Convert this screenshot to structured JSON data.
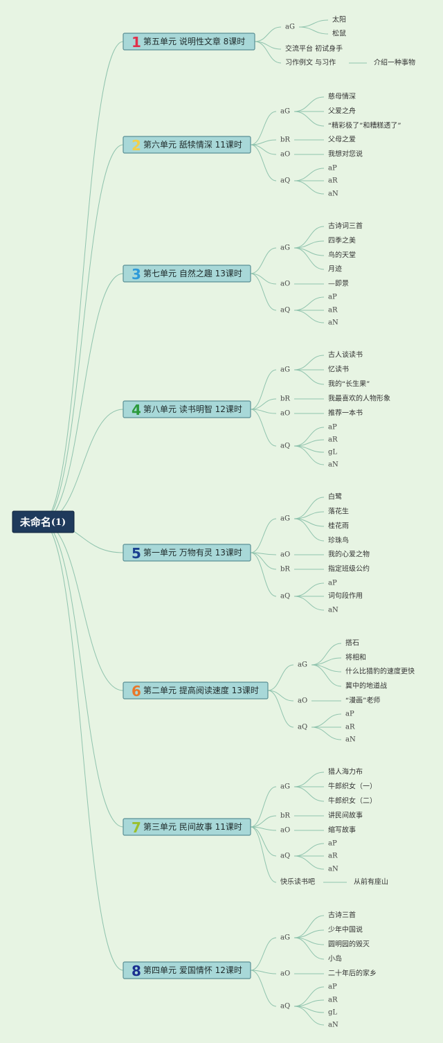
{
  "root": {
    "label": "未命名",
    "suffix": "(1)"
  },
  "units": [
    {
      "num": "1",
      "title": "第五单元 说明性文章 8课时",
      "color": "#e0304a",
      "branches": [
        {
          "tag": "aG",
          "items": [
            "太阳",
            "松鼠"
          ]
        },
        {
          "tag": "交流平台 初试身手",
          "items": []
        },
        {
          "tag": "习作例文 与习作",
          "items": [
            "介绍一种事物"
          ]
        }
      ]
    },
    {
      "num": "2",
      "title": "第六单元 舐犊情深 11课时",
      "color": "#f2d04a",
      "branches": [
        {
          "tag": "aG",
          "items": [
            "慈母情深",
            "父爱之舟",
            "“精彩极了”和糟糕透了”"
          ]
        },
        {
          "tag": "bR",
          "items": [
            "父母之爱"
          ]
        },
        {
          "tag": "aO",
          "items": [
            "我想对您说"
          ]
        },
        {
          "tag": "aQ",
          "items": [
            "aP",
            "aR",
            "aN"
          ]
        }
      ]
    },
    {
      "num": "3",
      "title": "第七单元 自然之趣 13课时",
      "color": "#2f9ad9",
      "branches": [
        {
          "tag": "aG",
          "items": [
            "古诗词三首",
            "四季之美",
            "鸟的天堂",
            "月迹"
          ]
        },
        {
          "tag": "aO",
          "items": [
            "—即景"
          ]
        },
        {
          "tag": "aQ",
          "items": [
            "aP",
            "aR",
            "aN"
          ]
        }
      ]
    },
    {
      "num": "4",
      "title": "第八单元 读书明智 12课时",
      "color": "#2c9a3c",
      "branches": [
        {
          "tag": "aG",
          "items": [
            "古人谈读书",
            "忆读书",
            "我的“长生果”"
          ]
        },
        {
          "tag": "bR",
          "items": [
            "我最喜欢的人物形象"
          ]
        },
        {
          "tag": "aO",
          "items": [
            "推荐一本书"
          ]
        },
        {
          "tag": "aQ",
          "items": [
            "aP",
            "aR",
            "gL",
            "aN"
          ]
        }
      ]
    },
    {
      "num": "5",
      "title": "第一单元 万物有灵 13课时",
      "color": "#1a3f8f",
      "branches": [
        {
          "tag": "aG",
          "items": [
            "白鹭",
            "落花生",
            "桂花雨",
            "珍珠鸟"
          ]
        },
        {
          "tag": "aO",
          "items": [
            "我的心爱之物"
          ]
        },
        {
          "tag": "bR",
          "items": [
            "指定班级公约"
          ]
        },
        {
          "tag": "aQ",
          "items": [
            "aP",
            "词句段作用",
            "aN"
          ]
        }
      ]
    },
    {
      "num": "6",
      "title": "第二单元 提高阅读速度 13课时",
      "color": "#e8782a",
      "branches": [
        {
          "tag": "aG",
          "items": [
            "搭石",
            "将相和",
            "什么比猎豹的速度更快",
            "冀中的地道战"
          ]
        },
        {
          "tag": "aO",
          "items": [
            "“漫画”老师"
          ]
        },
        {
          "tag": "aQ",
          "items": [
            "aP",
            "aR",
            "aN"
          ]
        }
      ]
    },
    {
      "num": "7",
      "title": "第三单元 民间故事 11课时",
      "color": "#9bbf2c",
      "branches": [
        {
          "tag": "aG",
          "items": [
            "猎人海力布",
            "牛郎织女（一）",
            "牛郎织女（二）"
          ]
        },
        {
          "tag": "bR",
          "items": [
            "讲民间故事"
          ]
        },
        {
          "tag": "aO",
          "items": [
            "缩写故事"
          ]
        },
        {
          "tag": "aQ",
          "items": [
            "aP",
            "aR",
            "aN"
          ]
        },
        {
          "tag": "快乐读书吧",
          "items": [
            "从前有座山"
          ]
        }
      ]
    },
    {
      "num": "8",
      "title": "第四单元 爱国情怀 12课时",
      "color": "#1a2f8f",
      "branches": [
        {
          "tag": "aG",
          "items": [
            "古诗三首",
            "少年中国说",
            "圆明园的毁灭",
            "小岛"
          ]
        },
        {
          "tag": "aO",
          "items": [
            "二十年后的家乡"
          ]
        },
        {
          "tag": "aQ",
          "items": [
            "aP",
            "aR",
            "gL",
            "aN"
          ]
        }
      ]
    }
  ]
}
